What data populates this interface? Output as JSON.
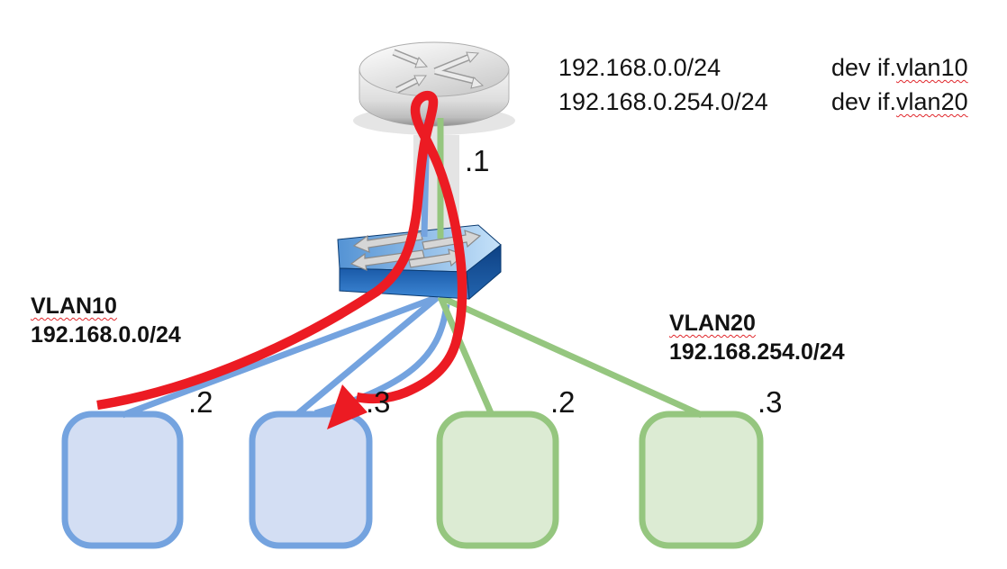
{
  "routing_table": {
    "rows": [
      {
        "prefix": "192.168.0.0/24",
        "dev": "dev if.",
        "vlan": "vlan10"
      },
      {
        "prefix": "192.168.0.254.0/24",
        "dev": "dev if.",
        "vlan": "vlan20"
      }
    ]
  },
  "router": {
    "port_label": ".1"
  },
  "vlan10": {
    "name": "VLAN10",
    "subnet": "192.168.0.0/24",
    "line_color": "#74a3df",
    "host_fill": "#d3def3",
    "host_ports": [
      ".2",
      ".3"
    ]
  },
  "vlan20": {
    "name": "VLAN20",
    "subnet": "192.168.254.0/24",
    "line_color": "#95c67f",
    "host_fill": "#dcebd3",
    "host_ports": [
      ".2",
      ".3"
    ]
  },
  "traffic_path": {
    "color": "#ec1b23",
    "from_port": ".2",
    "to_port": ".3"
  }
}
